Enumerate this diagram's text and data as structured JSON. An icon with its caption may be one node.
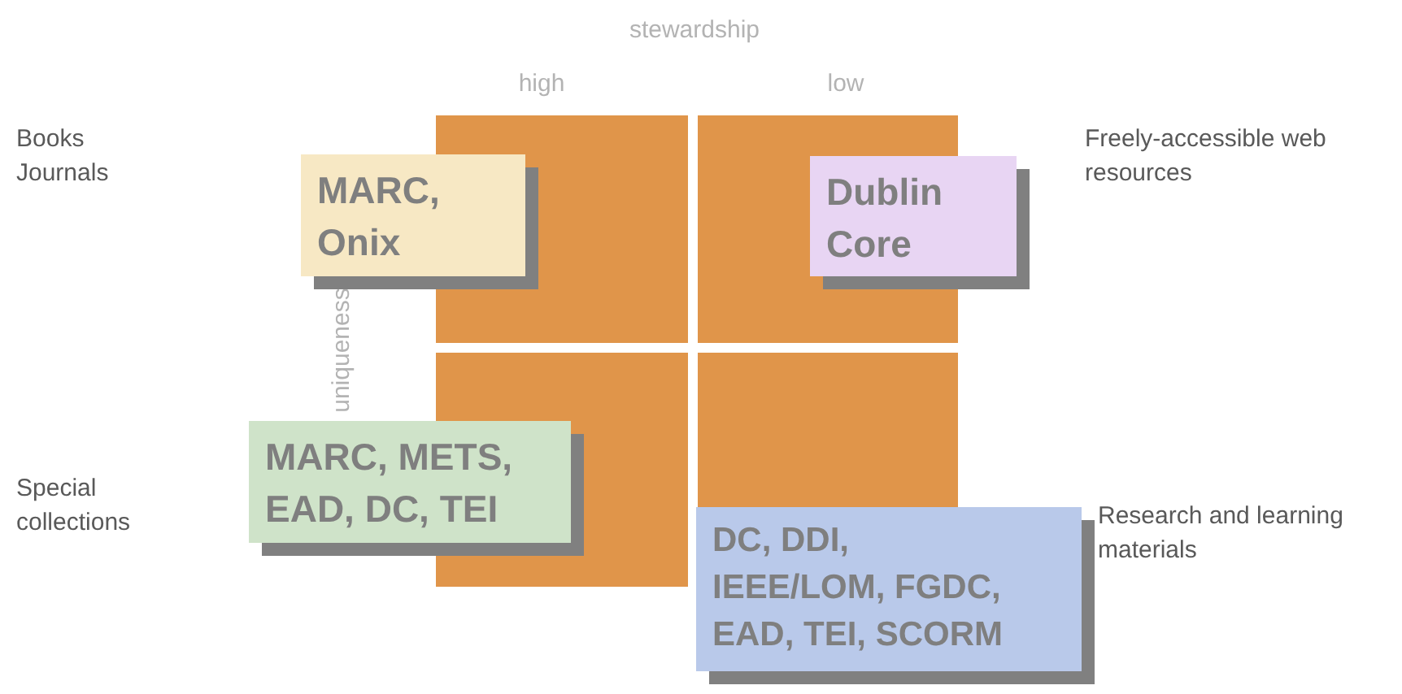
{
  "diagram": {
    "nodes": [
      {
        "text": [
          "MARC, Onix"
        ]
      },
      {
        "text": [
          "Dublin Core"
        ]
      },
      {
        "text": [
          "MARC, METS, EAD, DC, TEI"
        ]
      },
      {
        "text": [
          "DC, DDI, IEEE/LOM, FGDC, EAD, TEI, SCORM"
        ]
      }
    ],
    "edges": [],
    "labels": [
      "stewardship",
      "high",
      "low",
      "Books Journals",
      "Freely-accessible web resources",
      "uniqueness",
      "Special collections",
      "Research and learning materials"
    ]
  }
}
